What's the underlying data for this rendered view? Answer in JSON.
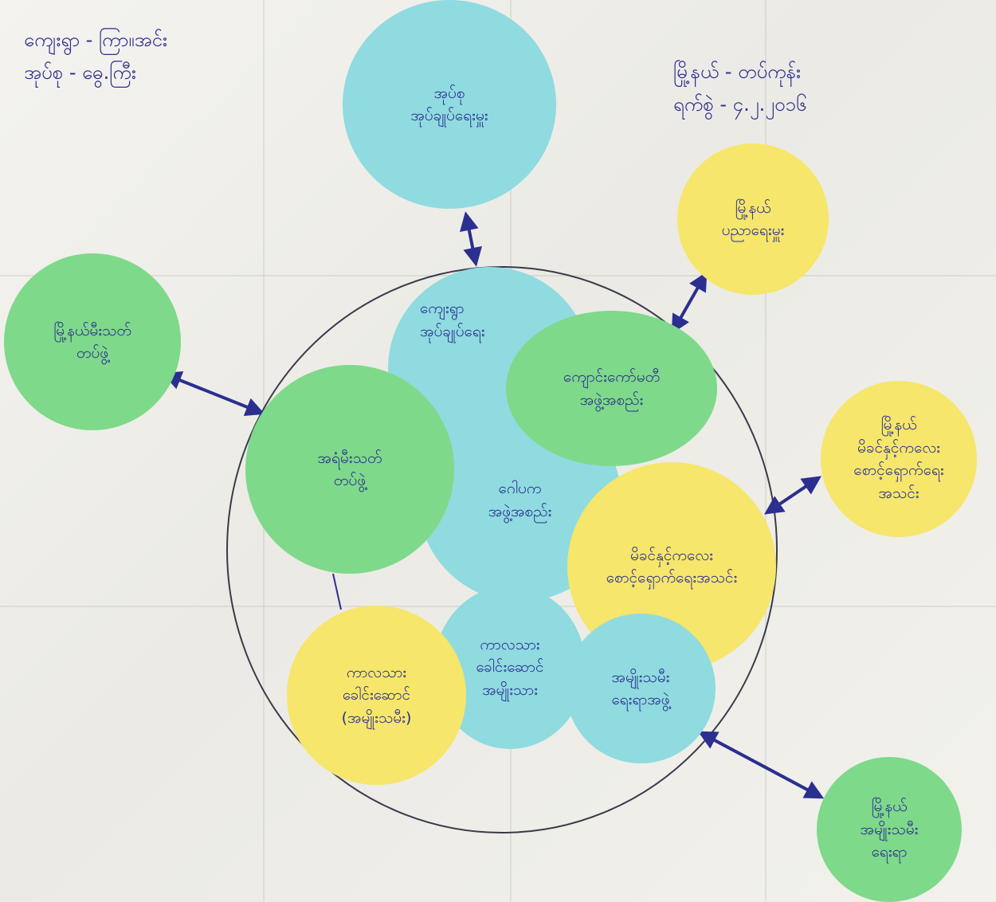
{
  "header_left": {
    "line1": "ကျေးရွာ - ကြာ။အင်း",
    "line2": "အုပ်စု - ဓွေ.ကြီး"
  },
  "header_right": {
    "line1": "မြို့နယ် - တပ်ကုန်း",
    "line2": "ရက်စွဲ - ၄.၂.၂၀၁၆"
  },
  "circles": {
    "top_teal": [
      "အုပ်စု",
      "အုပ်ချုပ်ရေးမှူး"
    ],
    "top_right_yellow": [
      "မြို့နယ်",
      "ပညာရေးမှူး"
    ],
    "left_green": [
      "မြို့နယ်မီးသတ်",
      "တပ်ဖွဲ့"
    ],
    "right_yellow": [
      "မြို့နယ်",
      "မိခင်နှင့်ကလေး",
      "စောင့်ရှောက်ရေး",
      "အသင်း"
    ],
    "bottom_right_green": [
      "မြို့နယ်",
      "အမျိုးသမီး",
      "ရေးရာ"
    ],
    "village_teal": [
      "ကျေးရွာ",
      "အုပ်ချုပ်ရေး"
    ],
    "school_green": [
      "ကျောင်းကော်မတီ",
      "အဖွဲ့အစည်း"
    ],
    "center_teal": [
      "ဂေါပက",
      "အဖွဲ့အစည်း"
    ],
    "fire_green": [
      "အရံမီးသတ်",
      "တပ်ဖွဲ့"
    ],
    "mch_yellow": [
      "မိခင်နှင့်ကလေး",
      "စောင့်ရှောက်ရေးအသင်း"
    ],
    "women_teal": [
      "အမျိုးသမီး",
      "ရေးရာအဖွဲ့"
    ],
    "elder_teal": [
      "ကာလသား",
      "ခေါင်းဆောင်",
      "အမျိုးသား"
    ],
    "elder_yellow": [
      "ကာလသား",
      "ခေါင်းဆောင်",
      "(အမျိုးသမီး)"
    ]
  },
  "colors": {
    "teal": "#8fdbe0",
    "green": "#7ed98a",
    "yellow": "#f6e66b",
    "ink": "#2b2f8f"
  }
}
